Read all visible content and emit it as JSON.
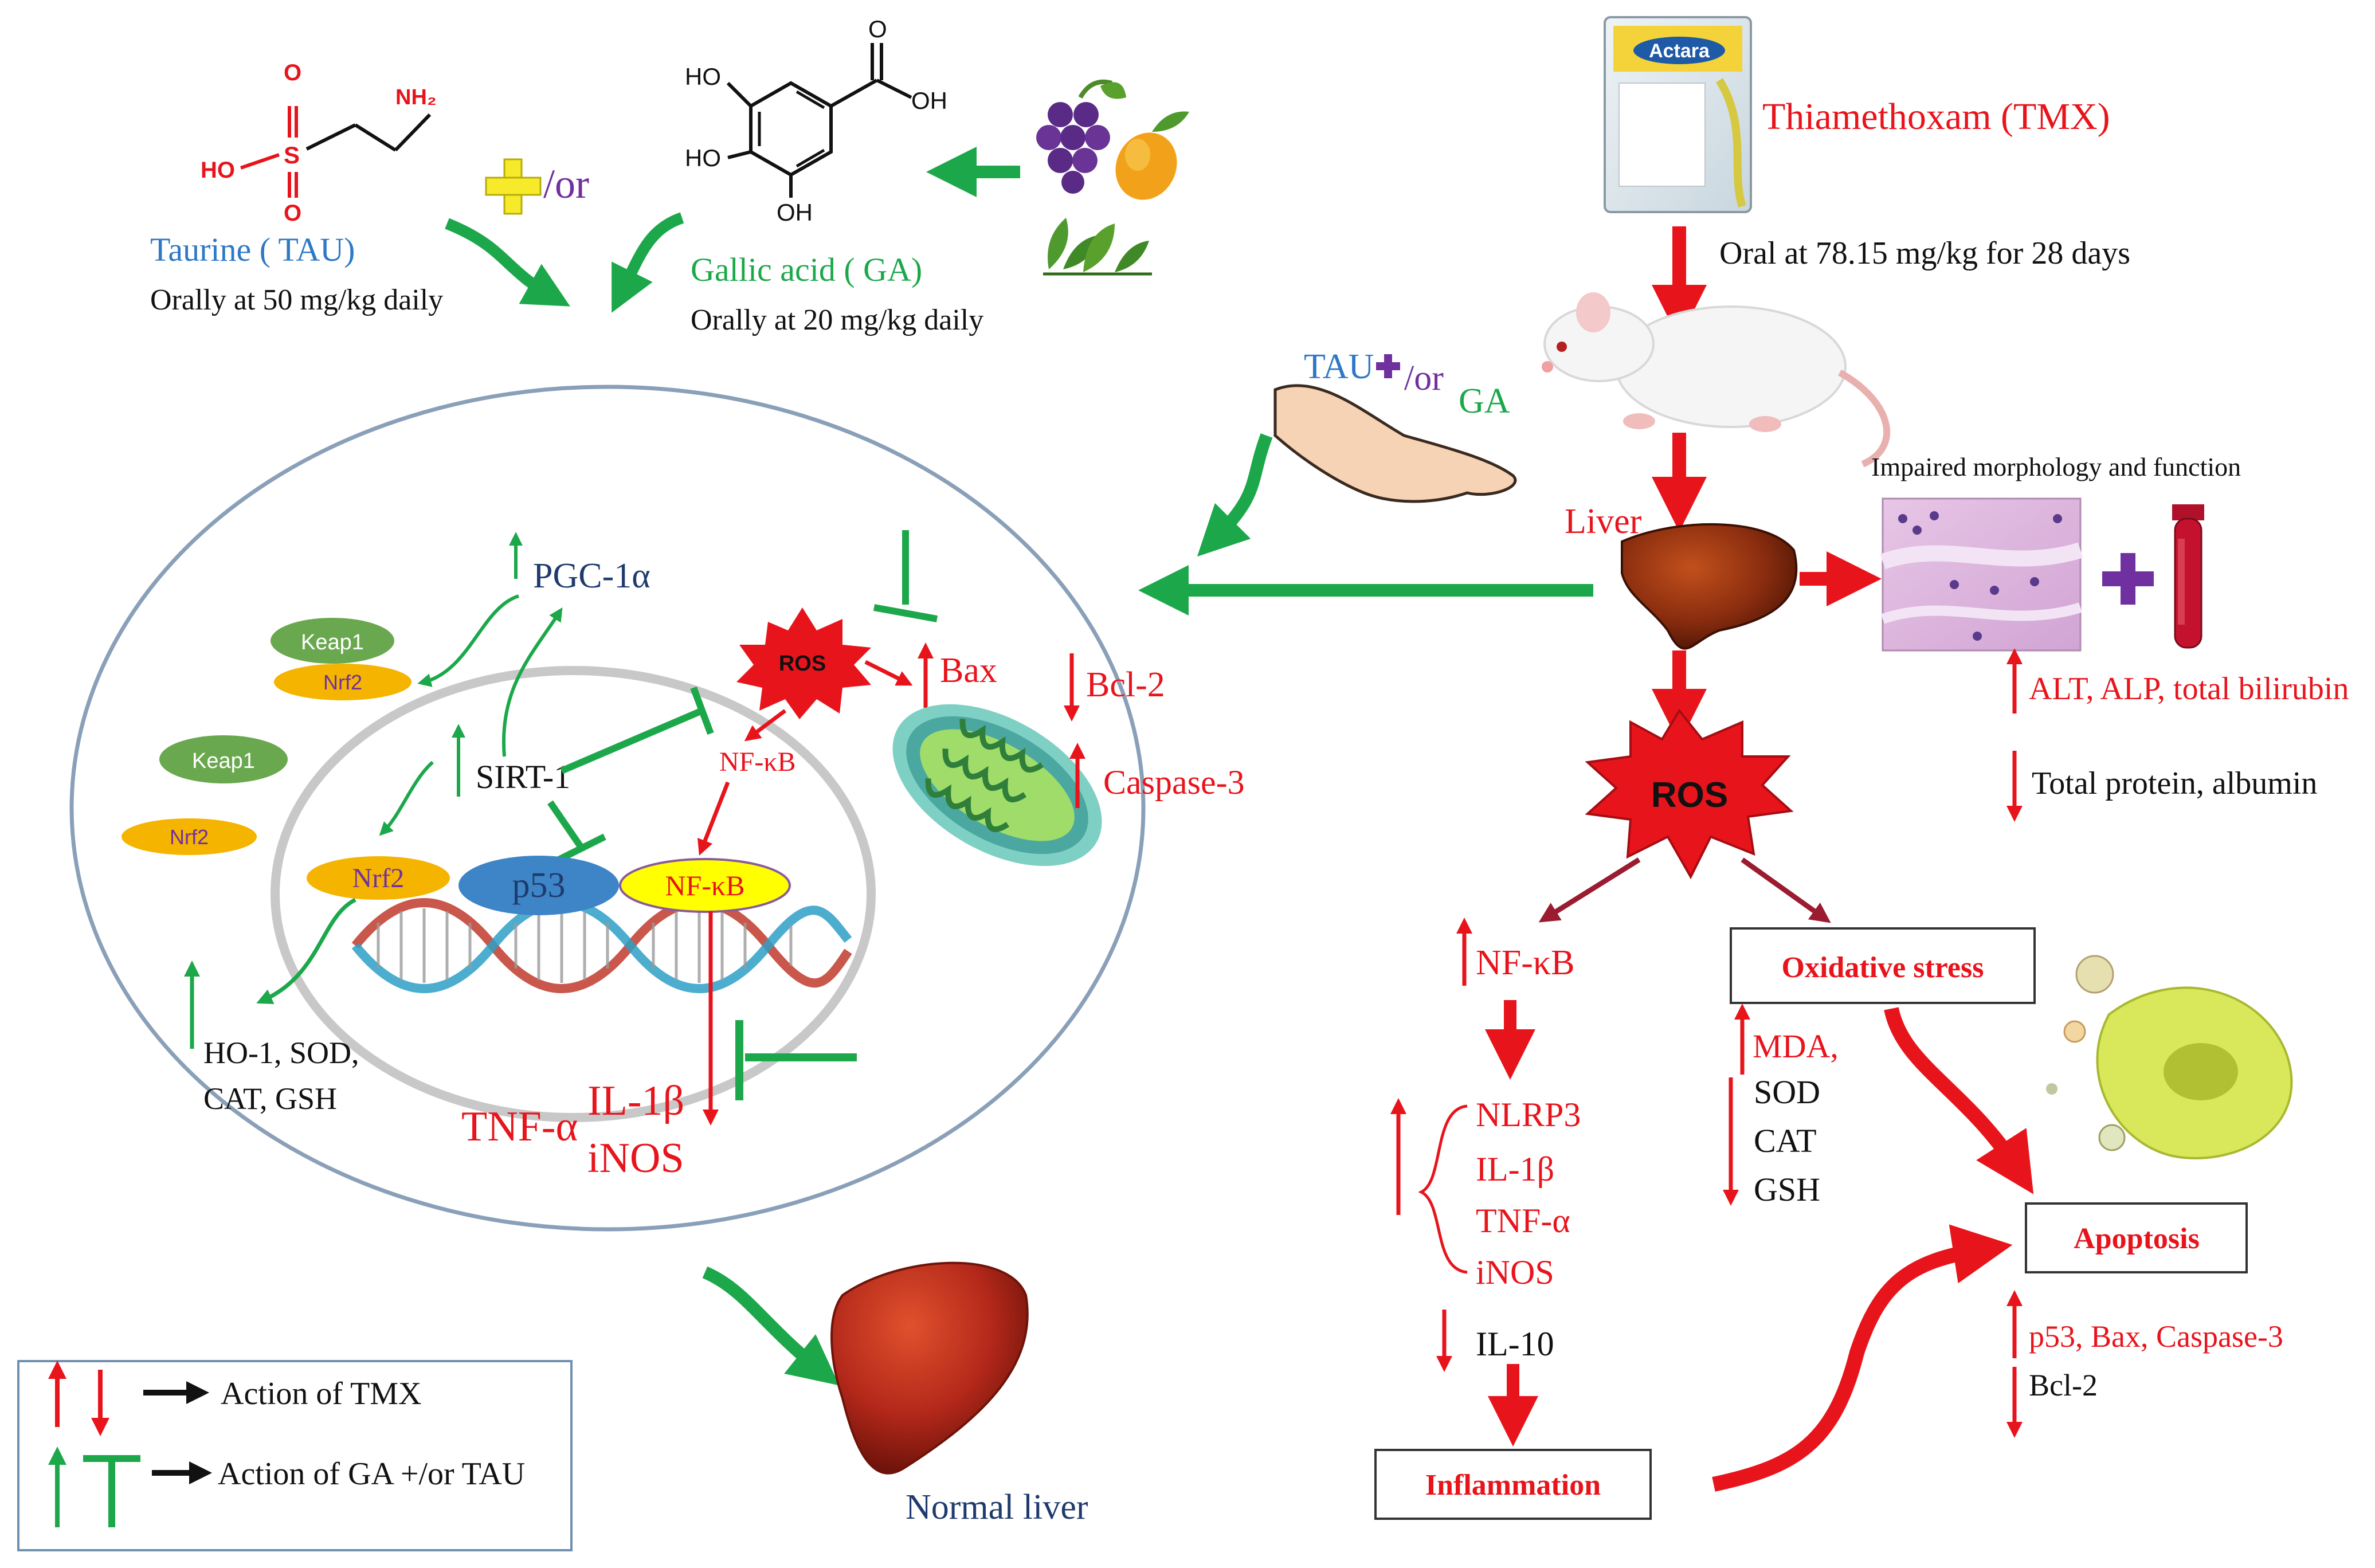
{
  "colors": {
    "red": "#e8141c",
    "green": "#1ca84a",
    "blue": "#2e78c6",
    "navy": "#1f3b6e",
    "purple": "#7030a0",
    "dark_red": "#9b1b30",
    "black": "#111111"
  },
  "left": {
    "taurine_name": "Taurine ( TAU)",
    "taurine_dose": "Orally at 50 mg/kg daily",
    "gallic_name": "Gallic acid ( GA)",
    "gallic_dose": "Orally at 20 mg/kg daily",
    "and_or": "/or",
    "taurine_atoms": {
      "nh2": "NH₂",
      "s": "S",
      "o_top": "O",
      "o_bottom": "O",
      "ho": "HO"
    },
    "gallic_atoms": {
      "ho1": "HO",
      "ho2": "HO",
      "oh_ring": "OH",
      "o_acid": "O",
      "oh_acid": "OH"
    }
  },
  "cell": {
    "pgc": "PGC-1α",
    "keap1_a": "Keap1",
    "nrf2_a": "Nrf2",
    "keap1_b": "Keap1",
    "nrf2_b": "Nrf2",
    "sirt": "SIRT-1",
    "nrf2_nuc": "Nrf2",
    "p53": "p53",
    "nfkb_nuc": "NF-κB",
    "nfkb_cyto": "NF-κB",
    "ros": "ROS",
    "bax": "Bax",
    "bcl2": "Bcl-2",
    "casp3": "Caspase-3",
    "ho1": "HO-1, SOD,",
    "cat": "CAT, GSH",
    "tnfa": "TNF-α",
    "il1b": "IL-1β",
    "inos": "iNOS"
  },
  "normal_liver": "Normal liver",
  "legend": {
    "tmx": "Action of TMX",
    "ga": "Action of GA +/or TAU"
  },
  "right": {
    "product": "Actara",
    "tmx_title": "Thiamethoxam (TMX)",
    "tmx_dose": "Oral at 78.15 mg/kg for 28 days",
    "tau_ga_tau": "TAU",
    "tau_ga_or": "/or",
    "tau_ga_ga": "GA",
    "liver": "Liver",
    "impaired": "Impaired morphology  and function",
    "alt": "ALT, ALP, total bilirubin",
    "protein": "Total protein, albumin",
    "ros": "ROS",
    "nfkb": "NF-κB",
    "ox_stress": "Oxidative stress",
    "nlrp3": "NLRP3",
    "il1b": "IL-1β",
    "tnfa": "TNF-α",
    "inos": "iNOS",
    "il10": "IL-10",
    "inflammation": "Inflammation",
    "mda": "MDA,",
    "sod": "SOD",
    "cat": "CAT",
    "gsh": "GSH",
    "apoptosis": "Apoptosis",
    "p53_bax": "p53, Bax, Caspase-3",
    "bcl2": "Bcl-2"
  }
}
